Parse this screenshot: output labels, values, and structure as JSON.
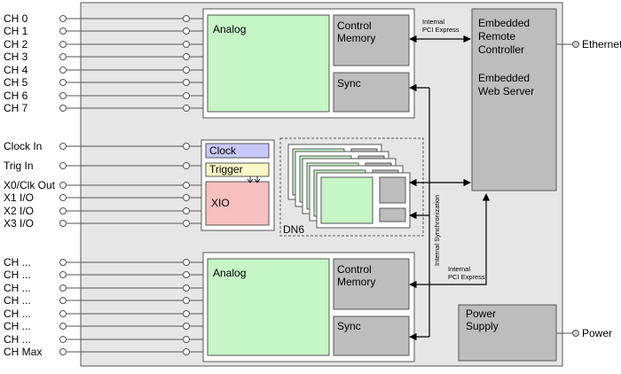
{
  "left_channels_top": [
    "CH 0",
    "CH 1",
    "CH 2",
    "CH 3",
    "CH 4",
    "CH 5",
    "CH 6",
    "CH 7"
  ],
  "left_timing": [
    "Clock In",
    "Trig In",
    "X0/Clk Out",
    "X1 I/O",
    "X2 I/O",
    "X3 I/O"
  ],
  "left_channels_bottom": [
    "CH ...",
    "CH ...",
    "CH ...",
    "CH ...",
    "CH ...",
    "CH ...",
    "CH ...",
    "CH Max"
  ],
  "top_module": {
    "analog": "Analog",
    "control_memory": [
      "Control",
      "Memory"
    ],
    "sync": "Sync"
  },
  "bottom_module": {
    "analog": "Analog",
    "control_memory": [
      "Control",
      "Memory"
    ],
    "sync": "Sync"
  },
  "timing_module": {
    "clock": "Clock",
    "trigger": "Trigger",
    "xio": "XIO"
  },
  "dn6_label": "DN6",
  "controller": [
    "Embedded",
    "Remote",
    "Controller",
    "",
    "Embedded",
    "Web Server"
  ],
  "power_supply": [
    "Power",
    "Supply"
  ],
  "bus_labels": {
    "pci_top": [
      "Internal",
      "PCI Express"
    ],
    "pci_bottom": [
      "Internal",
      "PCI Express"
    ],
    "sync": "Internal Synchronization"
  },
  "right_ports": {
    "ethernet": "Ethernet",
    "power": "Power"
  },
  "colors": {
    "chassis": "#e6e6e6",
    "analog": "#c6f5c6",
    "gray_block": "#bdbdbd",
    "clock": "#c8c8f8",
    "trigger": "#f8f8c8",
    "xio": "#f8c0c0"
  }
}
